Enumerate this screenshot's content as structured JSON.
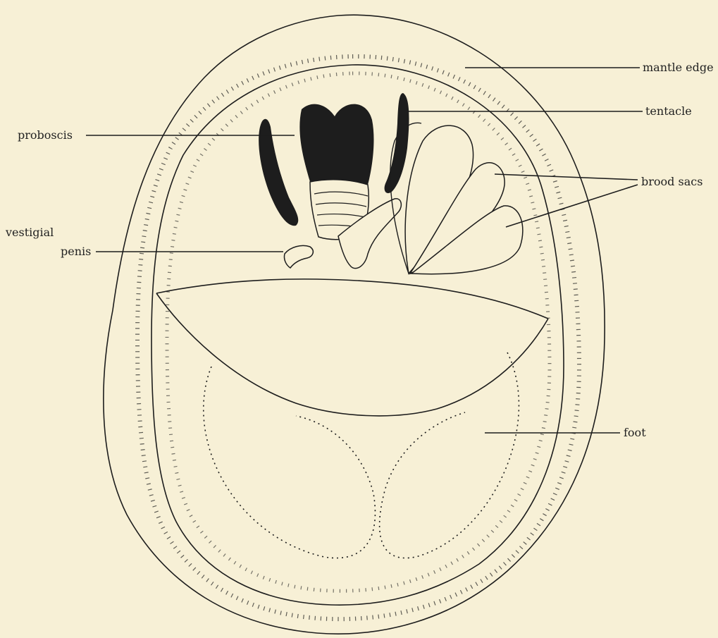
{
  "labels": {
    "mantle_edge": "mantle edge",
    "tentacle": "tentacle",
    "proboscis": "proboscis",
    "brood_sacs": "brood sacs",
    "vestigial": "vestigial",
    "penis": "penis",
    "foot": "foot"
  },
  "colors": {
    "background": "#f7f0d6",
    "ink": "#1d1d1d"
  }
}
